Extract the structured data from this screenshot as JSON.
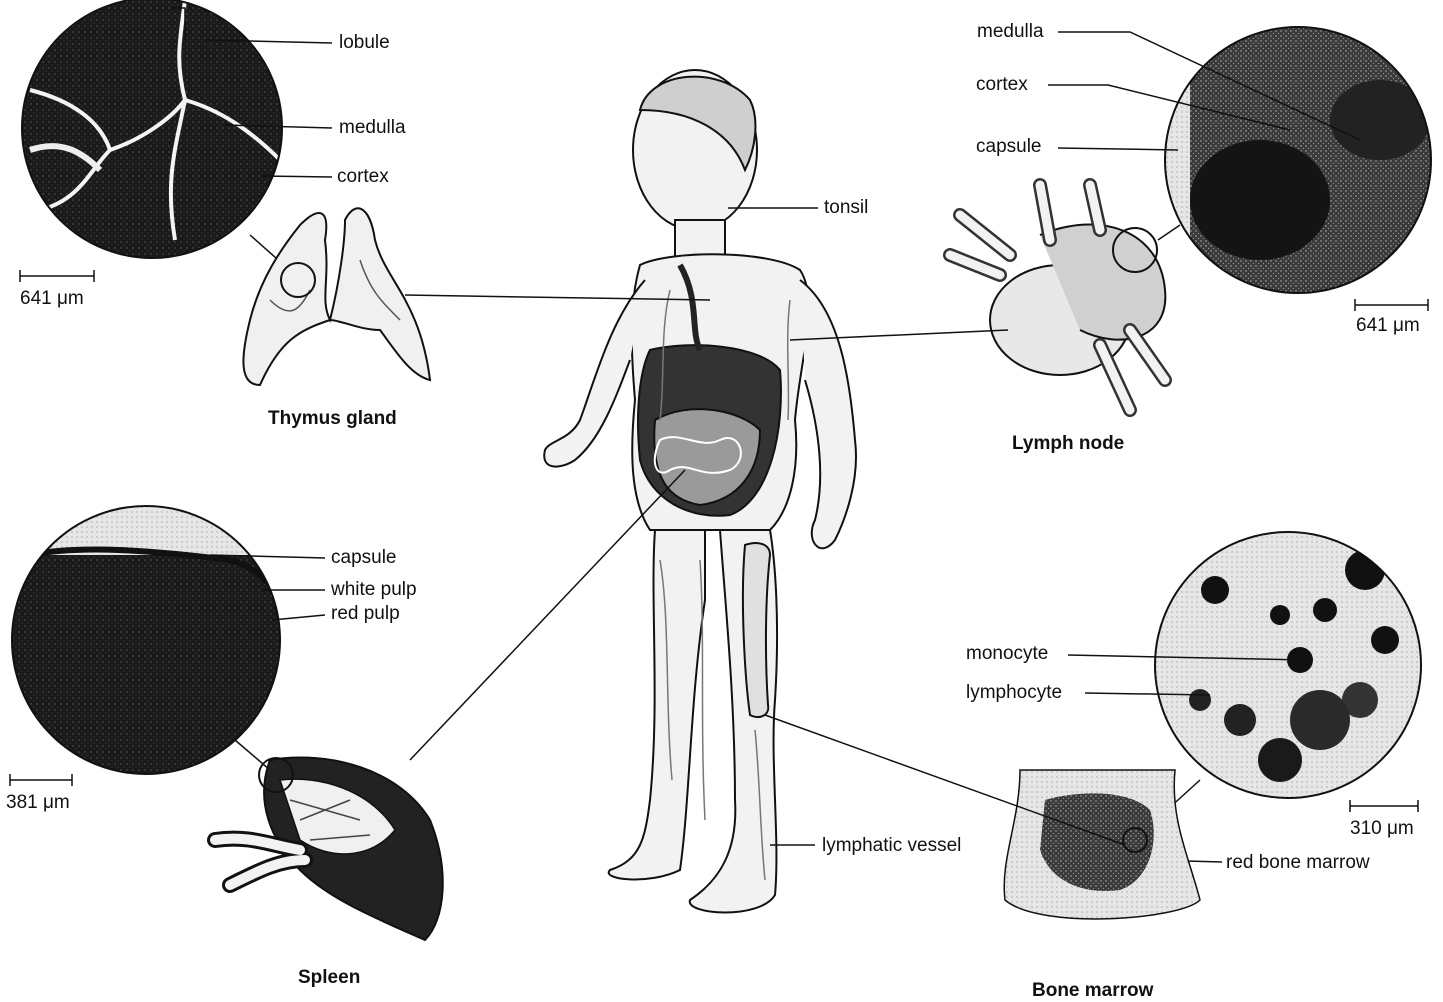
{
  "thymus": {
    "title": "Thymus gland",
    "labels": {
      "lobule": "lobule",
      "medulla": "medulla",
      "cortex": "cortex"
    },
    "scale": "641 μm"
  },
  "lymph_node": {
    "title": "Lymph node",
    "labels": {
      "medulla": "medulla",
      "cortex": "cortex",
      "capsule": "capsule"
    },
    "scale": "641 μm"
  },
  "spleen": {
    "title": "Spleen",
    "labels": {
      "capsule": "capsule",
      "white_pulp": "white pulp",
      "red_pulp": "red pulp"
    },
    "scale": "381 μm"
  },
  "bone_marrow": {
    "title": "Bone marrow",
    "labels": {
      "monocyte": "monocyte",
      "lymphocyte": "lymphocyte",
      "red_bone_marrow": "red bone marrow"
    },
    "scale": "310 μm"
  },
  "body": {
    "labels": {
      "tonsil": "tonsil",
      "lymphatic_vessel": "lymphatic vessel"
    }
  }
}
